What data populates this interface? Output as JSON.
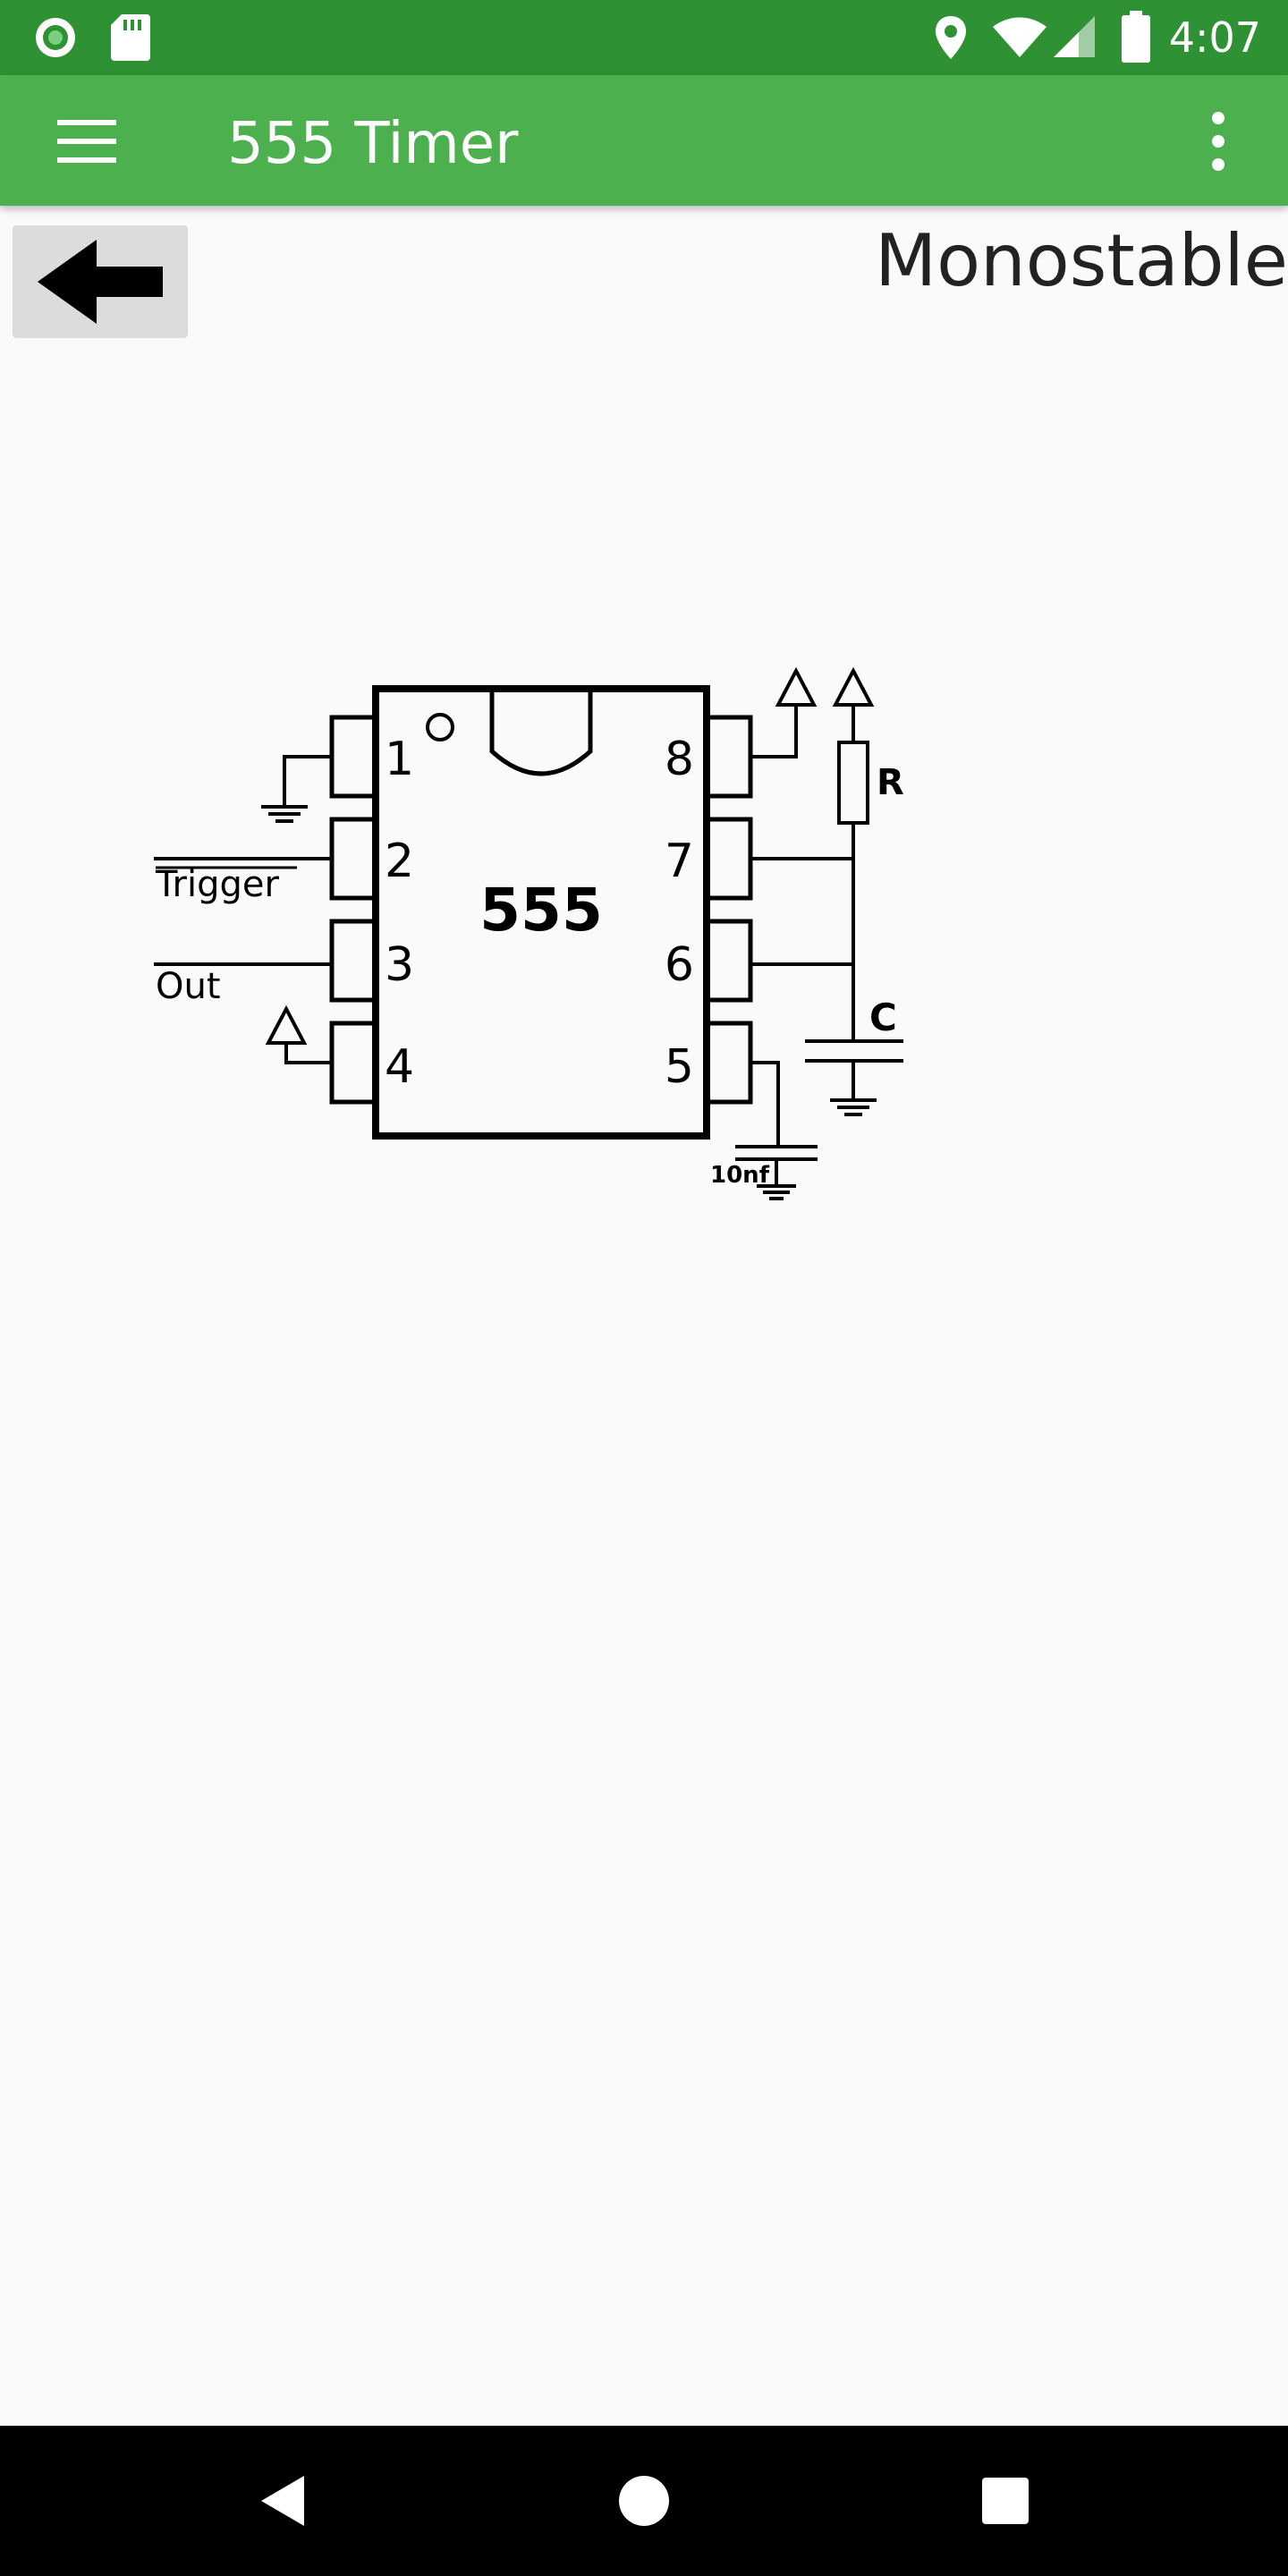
{
  "status_bar": {
    "time": "4:07",
    "icons": [
      "notification-circle-icon",
      "sd-card-icon",
      "location-icon",
      "wifi-icon",
      "cell-signal-icon",
      "battery-icon"
    ]
  },
  "app_bar": {
    "title": "555 Timer",
    "menu_icon": "hamburger-menu-icon",
    "overflow_icon": "more-vert-icon"
  },
  "page": {
    "back_icon": "arrow-left-icon",
    "mode": "Monostable"
  },
  "diagram": {
    "chip_label": "555",
    "pins_left": [
      "1",
      "2",
      "3",
      "4"
    ],
    "pins_right": [
      "8",
      "7",
      "6",
      "5"
    ],
    "trigger_label": "Trigger",
    "out_label": "Out",
    "resistor_label": "R",
    "capacitor_label": "C",
    "control_cap_label": "10nf"
  },
  "nav_bar": {
    "back": "triangle-back-icon",
    "home": "circle-home-icon",
    "recents": "square-recents-icon"
  }
}
